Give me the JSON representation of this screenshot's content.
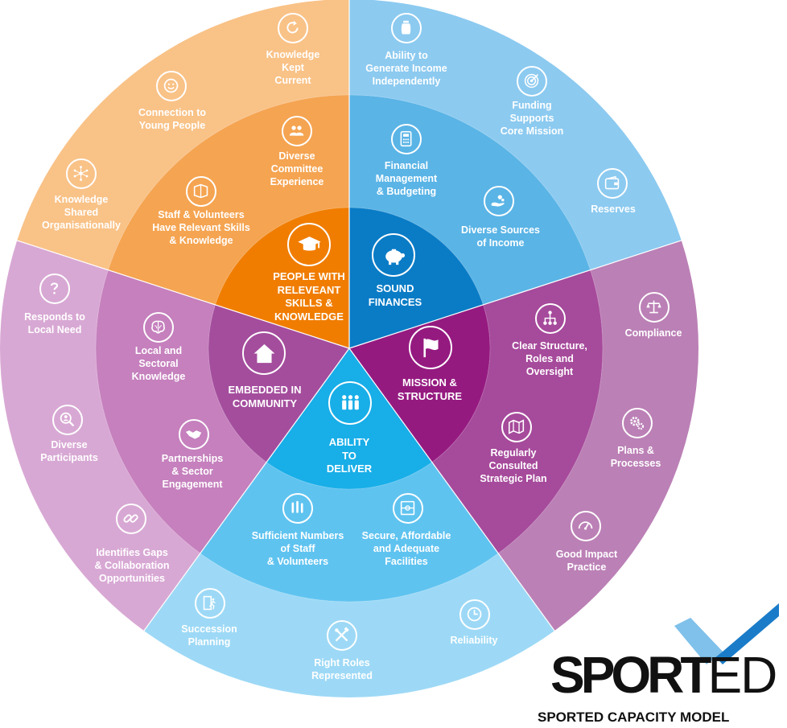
{
  "colors": {
    "people": [
      "#0a7cc6",
      "#5ab4e6",
      "#8ccaf0"
    ],
    "finances": [
      "#951a80",
      "#a64a9b",
      "#bb80b6"
    ],
    "mission": [
      "#18aee8",
      "#5fc3f0",
      "#9dd9f6"
    ],
    "deliver": [
      "#a44d9d",
      "#c580bd",
      "#d8a8d4"
    ],
    "community": [
      "#f07d00",
      "#f5a451",
      "#f9c287"
    ]
  },
  "pillars": [
    {
      "id": "people",
      "label": "PEOPLE WITH\nRELEVEANT\nSKILLS &\nKNOWLEDGE",
      "icon": "graduation-cap-icon"
    },
    {
      "id": "finances",
      "label": "SOUND\nFINANCES",
      "icon": "piggy-bank-icon"
    },
    {
      "id": "mission",
      "label": "MISSION &\nSTRUCTURE",
      "icon": "flag-icon"
    },
    {
      "id": "deliver",
      "label": "ABILITY\nTO\nDELIVER",
      "icon": "group-icon"
    },
    {
      "id": "community",
      "label": "EMBEDDED IN\nCOMMUNITY",
      "icon": "house-icon"
    }
  ],
  "middle_items": [
    {
      "pillar": "people",
      "label": "Diverse\nCommittee\nExperience",
      "icon": "people-icon"
    },
    {
      "pillar": "people",
      "label": "Staff & Volunteers\nHave Relevant Skills\n& Knowledge",
      "icon": "book-icon"
    },
    {
      "pillar": "finances",
      "label": "Financial\nManagement\n& Budgeting",
      "icon": "calculator-icon"
    },
    {
      "pillar": "finances",
      "label": "Diverse Sources\nof Income",
      "icon": "coins-hand-icon"
    },
    {
      "pillar": "mission",
      "label": "Clear Structure,\nRoles and\nOversight",
      "icon": "org-chart-icon"
    },
    {
      "pillar": "mission",
      "label": "Regularly\nConsulted\nStrategic Plan",
      "icon": "map-icon"
    },
    {
      "pillar": "deliver",
      "label": "Sufficient Numbers\nof Staff\n& Volunteers",
      "icon": "hands-up-icon"
    },
    {
      "pillar": "deliver",
      "label": "Secure, Affordable\nand Adequate\nFacilities",
      "icon": "pitch-icon"
    },
    {
      "pillar": "community",
      "label": "Local and\nSectoral\nKnowledge",
      "icon": "brain-icon"
    },
    {
      "pillar": "community",
      "label": "Partnerships\n& Sector\nEngagement",
      "icon": "handshake-icon"
    }
  ],
  "outer_items": [
    {
      "pillar": "people",
      "label": "Knowledge\nKept\nCurrent",
      "icon": "refresh-icon"
    },
    {
      "pillar": "people",
      "label": "Connection to\nYoung People",
      "icon": "smiley-icon"
    },
    {
      "pillar": "people",
      "label": "Knowledge\nShared\nOrganisationally",
      "icon": "network-icon"
    },
    {
      "pillar": "finances",
      "label": "Ability to\nGenerate Income\nIndependently",
      "icon": "jar-icon"
    },
    {
      "pillar": "finances",
      "label": "Funding\nSupports\nCore Mission",
      "icon": "target-icon"
    },
    {
      "pillar": "finances",
      "label": "Reserves",
      "icon": "wallet-icon"
    },
    {
      "pillar": "mission",
      "label": "Compliance",
      "icon": "scales-icon"
    },
    {
      "pillar": "mission",
      "label": "Plans &\nProcesses",
      "icon": "gears-icon"
    },
    {
      "pillar": "mission",
      "label": "Good Impact\nPractice",
      "icon": "gauge-icon"
    },
    {
      "pillar": "deliver",
      "label": "Reliability",
      "icon": "clock-icon"
    },
    {
      "pillar": "deliver",
      "label": "Right Roles\nRepresented",
      "icon": "tools-icon"
    },
    {
      "pillar": "deliver",
      "label": "Succession\nPlanning",
      "icon": "door-exit-icon"
    },
    {
      "pillar": "community",
      "label": "Identifies Gaps\n& Collaboration\nOpportunities",
      "icon": "link-icon"
    },
    {
      "pillar": "community",
      "label": "Diverse\nParticipants",
      "icon": "search-person-icon"
    },
    {
      "pillar": "community",
      "label": "Responds to\nLocal Need",
      "icon": "question-icon"
    }
  ],
  "brand": {
    "logo_text": "SPORTED",
    "model_title": "SPORTED CAPACITY MODEL",
    "check_colors": [
      "#1a7cc9",
      "#7fc1ea"
    ]
  }
}
